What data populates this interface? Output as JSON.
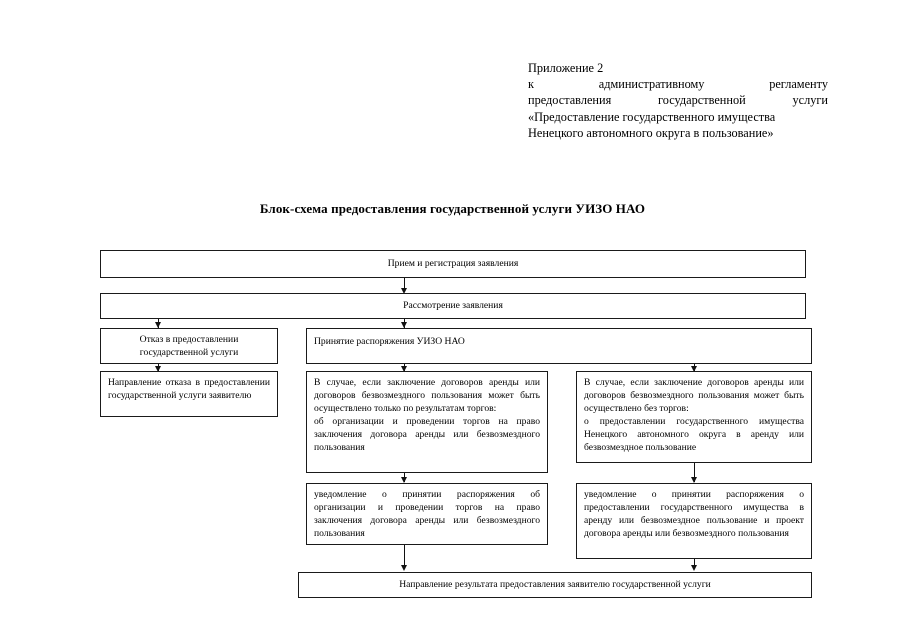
{
  "header": {
    "line1": "Приложение 2",
    "line2": "к административному регламенту предоставления государственной услуги",
    "line2a": "к                 административному                 регламенту",
    "line2b": "предоставления        государственной        услуги",
    "line3": "«Предоставление государственного имущества",
    "line4": "Ненецкого автономного округа в пользование»"
  },
  "title": "Блок-схема предоставления государственной услуги  УИЗО НАО",
  "flow": {
    "box_intake": "Прием и регистрация заявления",
    "box_review": "Рассмотрение заявления",
    "box_refusal": "Отказ в предоставлении государственной услуги",
    "box_refusal_send": "Направление отказа в предоставлении государственной услуги заявителю",
    "box_order": "Принятие распоряжения УИЗО НАО",
    "box_auction_case_p1": "В случае, если заключение договоров аренды или договоров безвозмездного пользования может быть осуществлено только по результатам торгов:",
    "box_auction_case_p2": "об организации и проведении торгов на право заключения договора аренды или безвозмездного пользования",
    "box_noauction_case_p1": "В случае, если заключение договоров аренды или договоров безвозмездного пользования может быть осуществлено без торгов:",
    "box_noauction_case_p2": "о предоставлении государственного имущества Ненецкого автономного округа в аренду или безвозмездное пользование",
    "box_notice_auction": "уведомление о принятии распоряжения об организации и проведении торгов на право заключения договора аренды или безвозмездного пользования",
    "box_notice_noauction": "уведомление о принятии распоряжения о предоставлении государственного имущества в аренду или безвозмездное пользование и проект договора аренды или безвозмездного пользования",
    "box_result": "Направление результата предоставления заявителю  государственной услуги"
  },
  "colors": {
    "line": "#1a1a1a",
    "text": "#000000",
    "background": "#ffffff"
  }
}
